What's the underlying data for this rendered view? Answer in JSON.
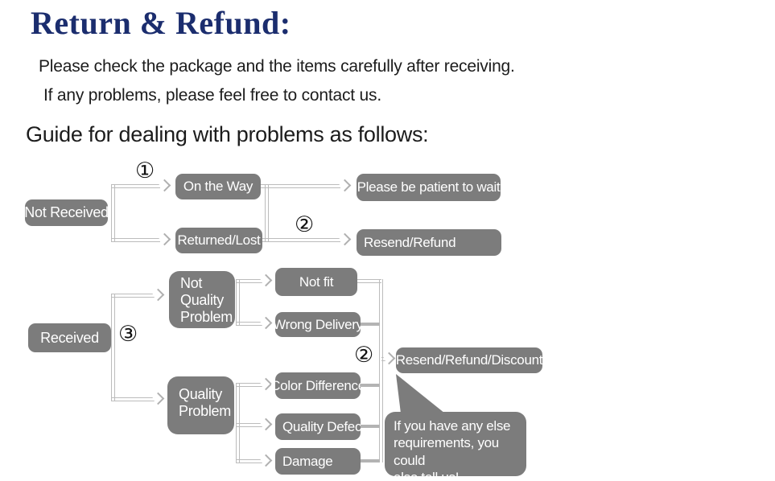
{
  "header": {
    "title": "Return & Refund:",
    "intro_line1": "Please check the package and the items carefully after receiving.",
    "intro_line2": "If any problems, please feel free to contact us.",
    "guide_heading": "Guide for dealing with problems as follows:"
  },
  "colors": {
    "title_navy": "#1b2d6e",
    "box_gray": "#7c7c7c",
    "box_text": "#ffffff",
    "connector_gray": "#bcbcbc",
    "body_text": "#1c1c1c"
  },
  "flowchart": {
    "steps": {
      "one": "①",
      "two": "②",
      "three": "③"
    },
    "nodes": {
      "not_received": "Not Received",
      "on_the_way": "On the Way",
      "returned_lost": "Returned/Lost",
      "please_wait": "Please be patient to wait",
      "resend_refund": "Resend/Refund",
      "received": "Received",
      "not_quality_problem": "Not\nQuality\nProblem",
      "not_fit": "Not fit",
      "wrong_delivery": "Wrong Delivery",
      "quality_problem": "Quality\nProblem",
      "color_difference": "Color Difference",
      "quality_defect": "Quality Defect",
      "damage": "Damage",
      "resend_refund_discount": "Resend/Refund/Discount"
    },
    "callout": "If you have any else\nrequirements, you could\nalso tell us!"
  }
}
